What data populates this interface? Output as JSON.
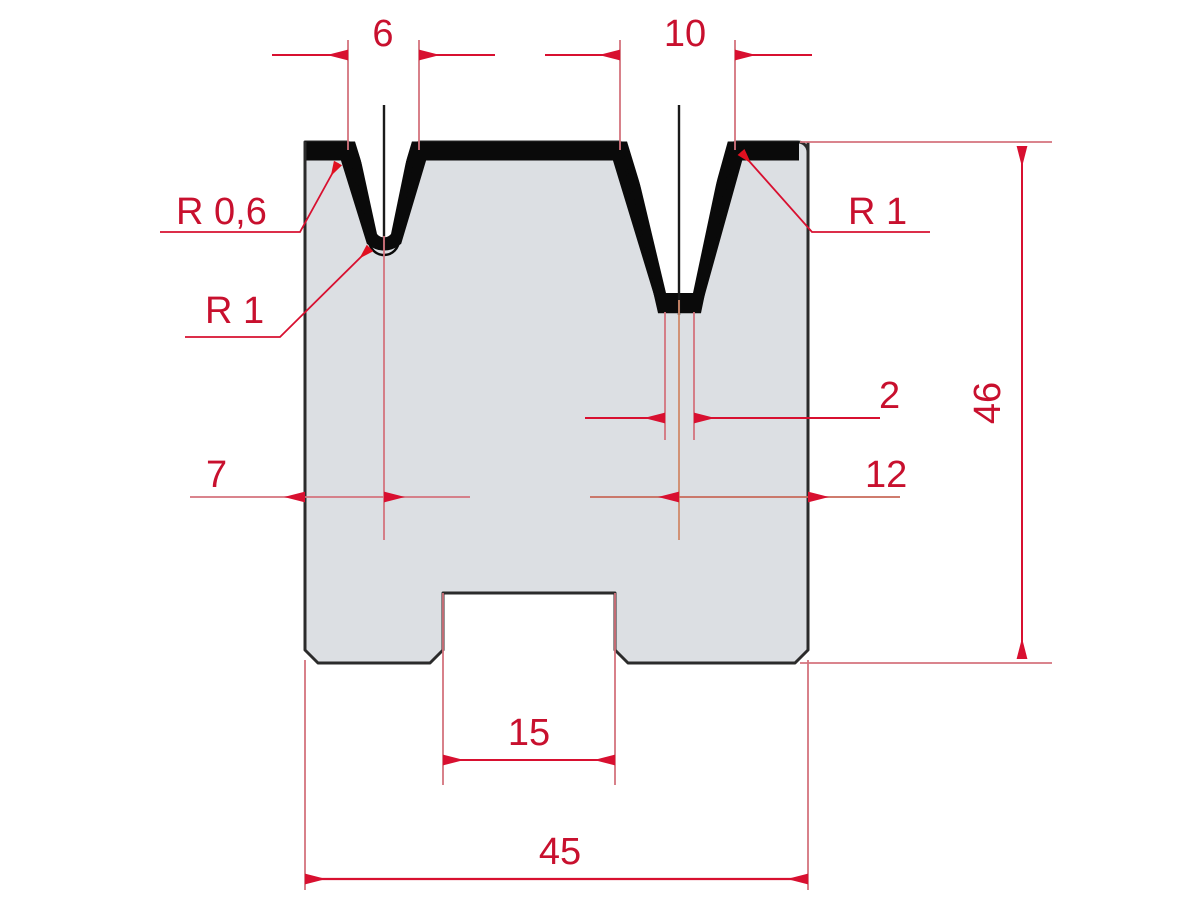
{
  "drawing": {
    "title": "Press brake die cross-section",
    "background_color": "#ffffff",
    "body_fill_color": "#dcdfe3",
    "body_outline_color": "#2b2b2b",
    "hardened_surface_color": "#0a0a0a",
    "dimension_color": "#c8102e",
    "units": "mm"
  },
  "dimensions": {
    "top_left_v_opening": {
      "label": "6",
      "name": "small-v-opening-width",
      "value": 6,
      "orientation": "horizontal"
    },
    "top_right_v_opening": {
      "label": "10",
      "name": "large-v-opening-width",
      "value": 10,
      "orientation": "horizontal"
    },
    "overall_height": {
      "label": "46",
      "name": "overall-height",
      "value": 46,
      "orientation": "vertical"
    },
    "large_v_flat_bottom": {
      "label": "2",
      "name": "large-v-bottom-flat-width",
      "value": 2,
      "orientation": "horizontal"
    },
    "right_offset": {
      "label": "12",
      "name": "large-v-center-to-right-edge",
      "value": 12,
      "orientation": "horizontal"
    },
    "left_offset": {
      "label": "7",
      "name": "left-edge-to-small-v-center",
      "value": 7,
      "orientation": "horizontal"
    },
    "bottom_slot_width": {
      "label": "15",
      "name": "bottom-slot-width",
      "value": 15,
      "orientation": "horizontal"
    },
    "overall_width": {
      "label": "45",
      "name": "overall-width",
      "value": 45,
      "orientation": "horizontal"
    }
  },
  "radii": {
    "small_v_top_radius": {
      "label": "R 0,6",
      "name": "small-v-top-edge-radius",
      "value": 0.6
    },
    "small_v_bottom_radius": {
      "label": "R 1",
      "name": "small-v-bottom-radius",
      "value": 1
    },
    "large_v_top_radius": {
      "label": "R 1",
      "name": "large-v-top-edge-radius",
      "value": 1
    }
  },
  "chart_data": {
    "type": "table",
    "title": "Press brake die cross-section dimensions",
    "categories": [
      "6",
      "10",
      "46",
      "2",
      "12",
      "7",
      "15",
      "45",
      "R 0,6",
      "R 1",
      "R 1"
    ],
    "values": [
      6,
      10,
      46,
      2,
      12,
      7,
      15,
      45,
      0.6,
      1,
      1
    ]
  }
}
